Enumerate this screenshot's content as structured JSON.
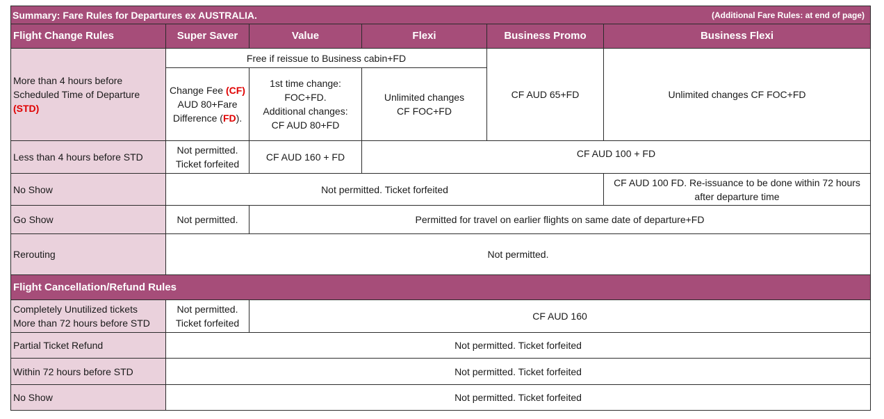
{
  "banner": {
    "title": "Summary: Fare Rules for Departures ex AUSTRALIA.",
    "note": "(Additional Fare Rules: at end of page)"
  },
  "headers": {
    "rules": "Flight Change Rules",
    "super_saver": "Super Saver",
    "value": "Value",
    "flexi": "Flexi",
    "business_promo": "Business Promo",
    "business_flexi": "Business Flexi"
  },
  "change_rules": {
    "more_than_4h": {
      "label_pre": "More than 4 hours before Scheduled Time of Departure ",
      "label_code": "(STD)",
      "business_reissue": "Free if reissue to Business cabin+FD",
      "super_saver_pre": "Change Fee ",
      "super_saver_cf": "(CF)",
      "super_saver_mid": " AUD 80+Fare Difference (",
      "super_saver_fd": "FD",
      "super_saver_post": ").",
      "value_line1": "1st time change:",
      "value_line2": "FOC+FD.",
      "value_line3": "Additional changes:",
      "value_line4": "CF AUD 80+FD",
      "flexi_line1": "Unlimited changes",
      "flexi_line2": "CF FOC+FD",
      "business_promo": "CF AUD 65+FD",
      "business_flexi": "Unlimited changes CF FOC+FD"
    },
    "less_than_4h": {
      "label": "Less than 4 hours before STD",
      "super_saver_line1": "Not permitted.",
      "super_saver_line2": "Ticket forfeited",
      "value": "CF AUD 160 + FD",
      "rest": "CF AUD 100 + FD"
    },
    "no_show": {
      "label": "No Show",
      "main": "Not permitted. Ticket forfeited",
      "business_flexi": "CF AUD 100 FD.  Re-issuance to be done within 72 hours after departure time"
    },
    "go_show": {
      "label": "Go Show",
      "super_saver": "Not permitted.",
      "rest": "Permitted for travel on earlier flights on same date of departure+FD"
    },
    "rerouting": {
      "label": "Rerouting",
      "all": "Not permitted."
    }
  },
  "cancellation": {
    "title": "Flight Cancellation/Refund Rules",
    "unutilized": {
      "label_line1": "Completely Unutilized tickets",
      "label_line2": "More than 72 hours before STD",
      "super_saver_line1": "Not permitted.",
      "super_saver_line2": "Ticket forfeited",
      "rest": "CF AUD 160"
    },
    "partial": {
      "label": "Partial Ticket Refund",
      "all": "Not permitted. Ticket forfeited"
    },
    "within_72h": {
      "label": "Within 72 hours before STD",
      "all": "Not permitted. Ticket forfeited"
    },
    "no_show": {
      "label": "No Show",
      "all": "Not permitted. Ticket forfeited"
    }
  },
  "colors": {
    "header_bg": "#a64d79",
    "label_bg": "#ead1dc",
    "highlight": "#e00000"
  }
}
